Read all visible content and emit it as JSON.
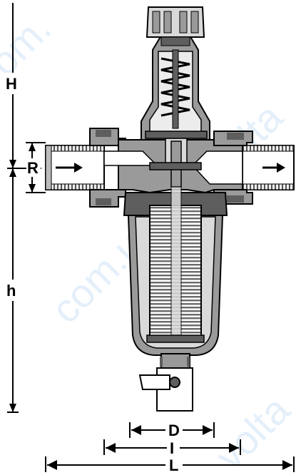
{
  "dimensions": {
    "H": "H",
    "R": "R",
    "h": "h",
    "D": "D",
    "I": "I",
    "L": "L"
  },
  "colors": {
    "line": "#000000",
    "body_gray": "#9a9a9a",
    "light_gray": "#d9d9d9",
    "dark_gray": "#5e5e5e",
    "watermark": "#cfe3f7"
  }
}
